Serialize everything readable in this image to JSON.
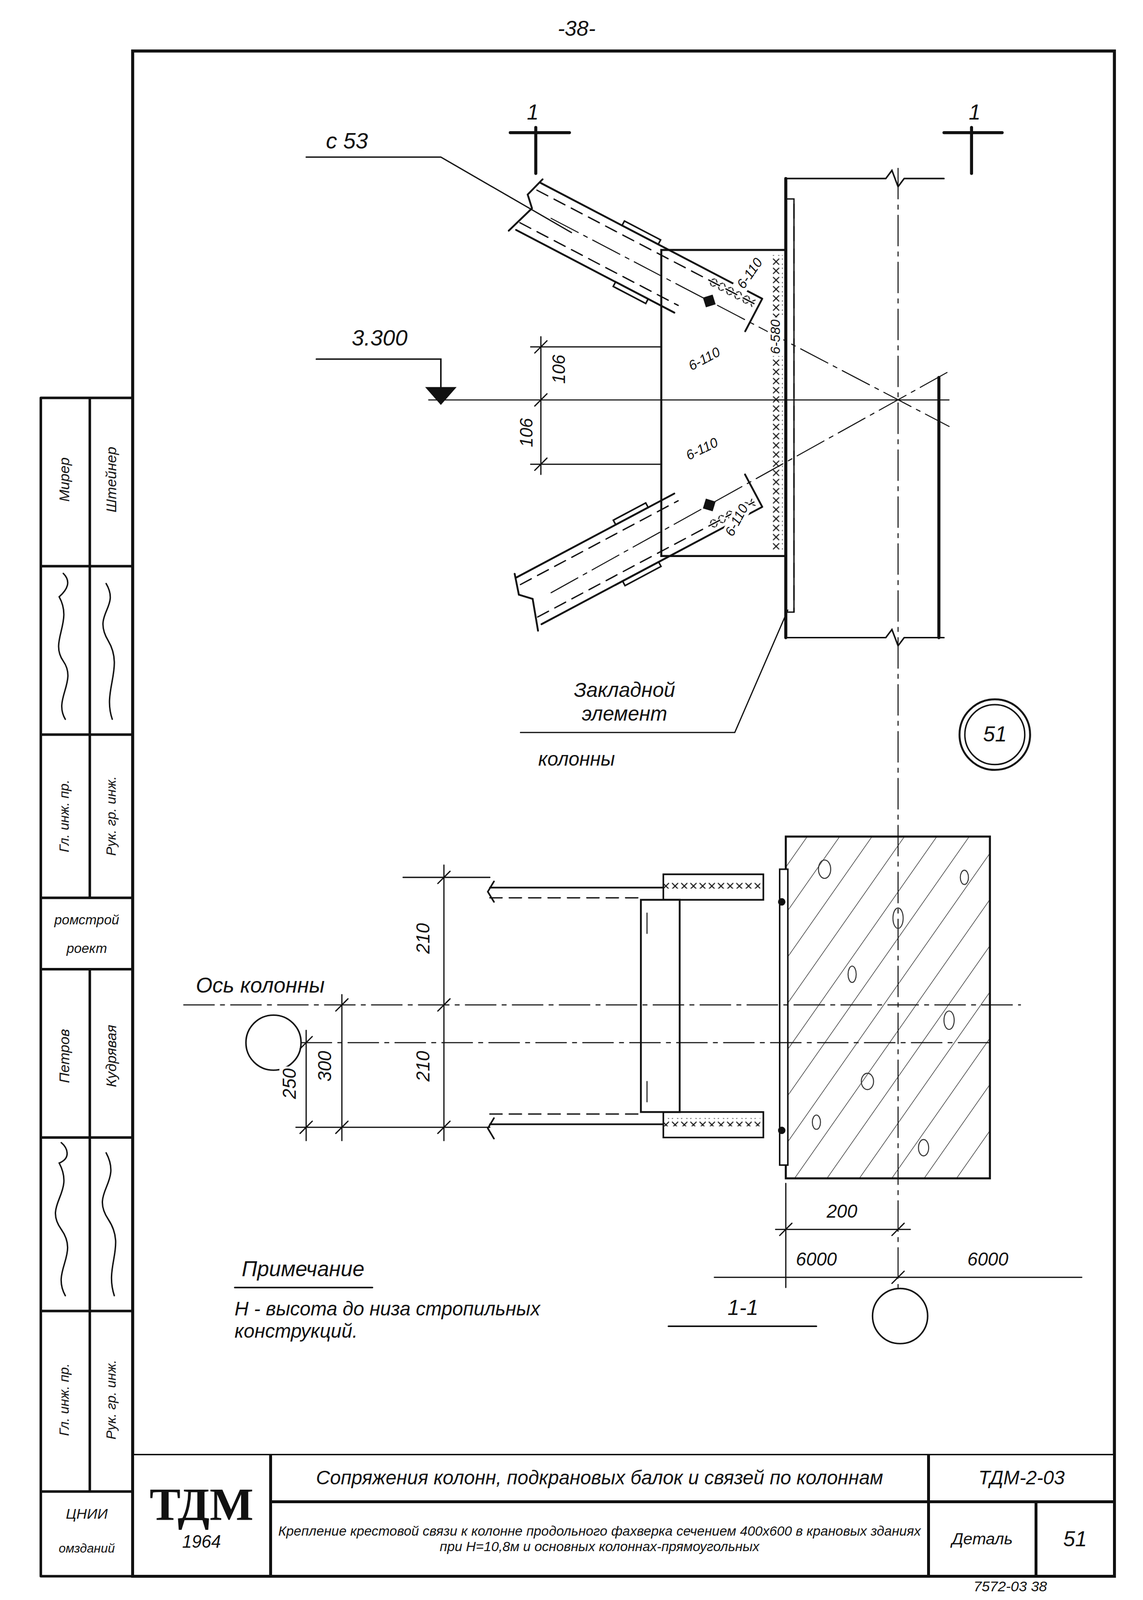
{
  "diagram": {
    "nodes": [
      {
        "text": [
          "51"
        ]
      },
      {
        "text": [
          "ТДМ",
          "1964"
        ]
      },
      {
        "text": [
          "Сопряжения колонн, подкрановых балок и связей по колоннам"
        ]
      },
      {
        "text": [
          "ТДМ-2-03"
        ]
      },
      {
        "text": [
          "Крепление крестовой связи к колонне продольного фахверка сечением 400х600 в крановых зданиях при Н=10,8м и основных колоннах-прямоугольных"
        ]
      },
      {
        "text": [
          "Деталь"
        ]
      },
      {
        "text": [
          "51"
        ]
      }
    ],
    "labels": [
      "-38-",
      "с 53",
      "1",
      "1",
      "3.300",
      "106",
      "106",
      "6-110",
      "6-110",
      "6-580",
      "6-110",
      "6-110",
      "Закладной элемент",
      "колонны",
      "Ось колонны",
      "210",
      "210",
      "250",
      "300",
      "200",
      "6000",
      "6000",
      "Примечание",
      "Н - высота до низа стропильных конструкций.",
      "1-1",
      "Мирер",
      "Штейнер",
      "Гл. инж. пр.",
      "Рук. гр. инж.",
      "ромстрой",
      "роект",
      "Петров",
      "Кудрявая",
      "Гл. инж. пр.",
      "Рук. гр. инж.",
      "ЦНИИ",
      "омзданий",
      "7572-03 38"
    ]
  }
}
